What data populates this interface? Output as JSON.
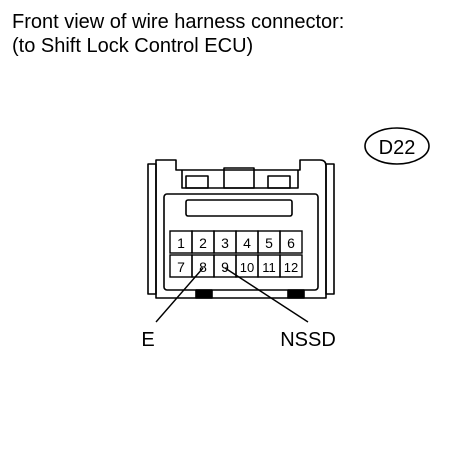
{
  "title": {
    "line1": "Front view of wire harness connector:",
    "line2": "(to Shift Lock Control ECU)"
  },
  "connector": {
    "id": "D22",
    "top_row": [
      "1",
      "2",
      "3",
      "4",
      "5",
      "6"
    ],
    "bottom_row": [
      "7",
      "8",
      "9",
      "10",
      "11",
      "12"
    ]
  },
  "callouts": [
    {
      "label": "E",
      "pin": "8"
    },
    {
      "label": "NSSD",
      "pin": "9"
    }
  ],
  "colors": {
    "ink": "#000000",
    "background": "#ffffff"
  }
}
